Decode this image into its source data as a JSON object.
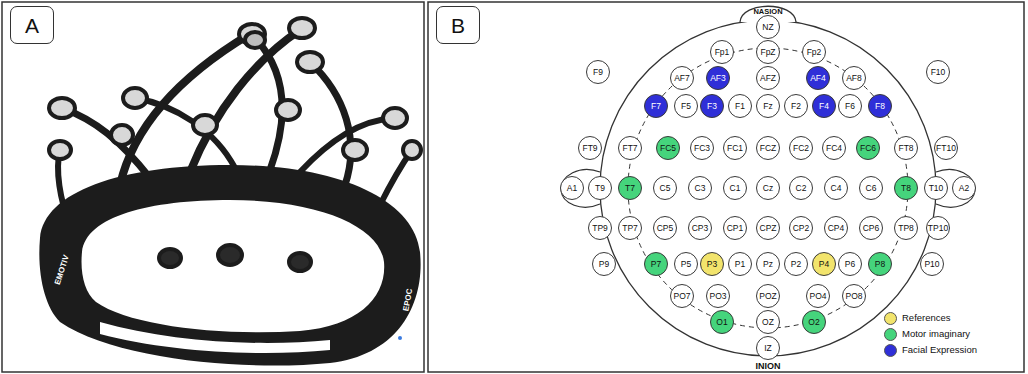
{
  "diagram": {
    "nodes": [
      {
        "text": [
          "A"
        ]
      },
      {
        "text": [
          "B"
        ]
      },
      {
        "text": [
          "NZ"
        ]
      },
      {
        "text": [
          "Fp1"
        ]
      },
      {
        "text": [
          "FpZ"
        ]
      },
      {
        "text": [
          "Fp2"
        ]
      },
      {
        "text": [
          "F9"
        ]
      },
      {
        "text": [
          "AF7"
        ]
      },
      {
        "text": [
          "AF3"
        ]
      },
      {
        "text": [
          "AFZ"
        ]
      },
      {
        "text": [
          "AF4"
        ]
      },
      {
        "text": [
          "AF8"
        ]
      },
      {
        "text": [
          "F10"
        ]
      },
      {
        "text": [
          "F7"
        ]
      },
      {
        "text": [
          "F5"
        ]
      },
      {
        "text": [
          "F3"
        ]
      },
      {
        "text": [
          "F1"
        ]
      },
      {
        "text": [
          "Fz"
        ]
      },
      {
        "text": [
          "F2"
        ]
      },
      {
        "text": [
          "F4"
        ]
      },
      {
        "text": [
          "F6"
        ]
      },
      {
        "text": [
          "F8"
        ]
      },
      {
        "text": [
          "FT9"
        ]
      },
      {
        "text": [
          "FT7"
        ]
      },
      {
        "text": [
          "FC5"
        ]
      },
      {
        "text": [
          "FC3"
        ]
      },
      {
        "text": [
          "FC1"
        ]
      },
      {
        "text": [
          "FCZ"
        ]
      },
      {
        "text": [
          "FC2"
        ]
      },
      {
        "text": [
          "FC4"
        ]
      },
      {
        "text": [
          "FC6"
        ]
      },
      {
        "text": [
          "FT8"
        ]
      },
      {
        "text": [
          "FT10"
        ]
      },
      {
        "text": [
          "A1"
        ]
      },
      {
        "text": [
          "T9"
        ]
      },
      {
        "text": [
          "T7"
        ]
      },
      {
        "text": [
          "C5"
        ]
      },
      {
        "text": [
          "C3"
        ]
      },
      {
        "text": [
          "C1"
        ]
      },
      {
        "text": [
          "Cz"
        ]
      },
      {
        "text": [
          "C2"
        ]
      },
      {
        "text": [
          "C4"
        ]
      },
      {
        "text": [
          "C6"
        ]
      },
      {
        "text": [
          "T8"
        ]
      },
      {
        "text": [
          "T10"
        ]
      },
      {
        "text": [
          "A2"
        ]
      },
      {
        "text": [
          "TP9"
        ]
      },
      {
        "text": [
          "TP7"
        ]
      },
      {
        "text": [
          "CP5"
        ]
      },
      {
        "text": [
          "CP3"
        ]
      },
      {
        "text": [
          "CP1"
        ]
      },
      {
        "text": [
          "CPZ"
        ]
      },
      {
        "text": [
          "CP2"
        ]
      },
      {
        "text": [
          "CP4"
        ]
      },
      {
        "text": [
          "CP6"
        ]
      },
      {
        "text": [
          "TP8"
        ]
      },
      {
        "text": [
          "TP10"
        ]
      },
      {
        "text": [
          "P9"
        ]
      },
      {
        "text": [
          "P7"
        ]
      },
      {
        "text": [
          "P5"
        ]
      },
      {
        "text": [
          "P3"
        ]
      },
      {
        "text": [
          "P1"
        ]
      },
      {
        "text": [
          "Pz"
        ]
      },
      {
        "text": [
          "P2"
        ]
      },
      {
        "text": [
          "P4"
        ]
      },
      {
        "text": [
          "P6"
        ]
      },
      {
        "text": [
          "P8"
        ]
      },
      {
        "text": [
          "P10"
        ]
      },
      {
        "text": [
          "PO7"
        ]
      },
      {
        "text": [
          "PO3"
        ]
      },
      {
        "text": [
          "POZ"
        ]
      },
      {
        "text": [
          "PO4"
        ]
      },
      {
        "text": [
          "PO8"
        ]
      },
      {
        "text": [
          "O1"
        ]
      },
      {
        "text": [
          "OZ"
        ]
      },
      {
        "text": [
          "O2"
        ]
      },
      {
        "text": [
          "IZ"
        ]
      }
    ],
    "labels": [
      "EMOTIV",
      "EPOC",
      "NASION",
      "INION"
    ],
    "legend": [
      {
        "text": "References",
        "color": "#f2e46c"
      },
      {
        "text": "Motor imaginary",
        "color": "#45d47c"
      },
      {
        "text": "Facial Expression",
        "color": "#2f2fd8"
      }
    ]
  }
}
